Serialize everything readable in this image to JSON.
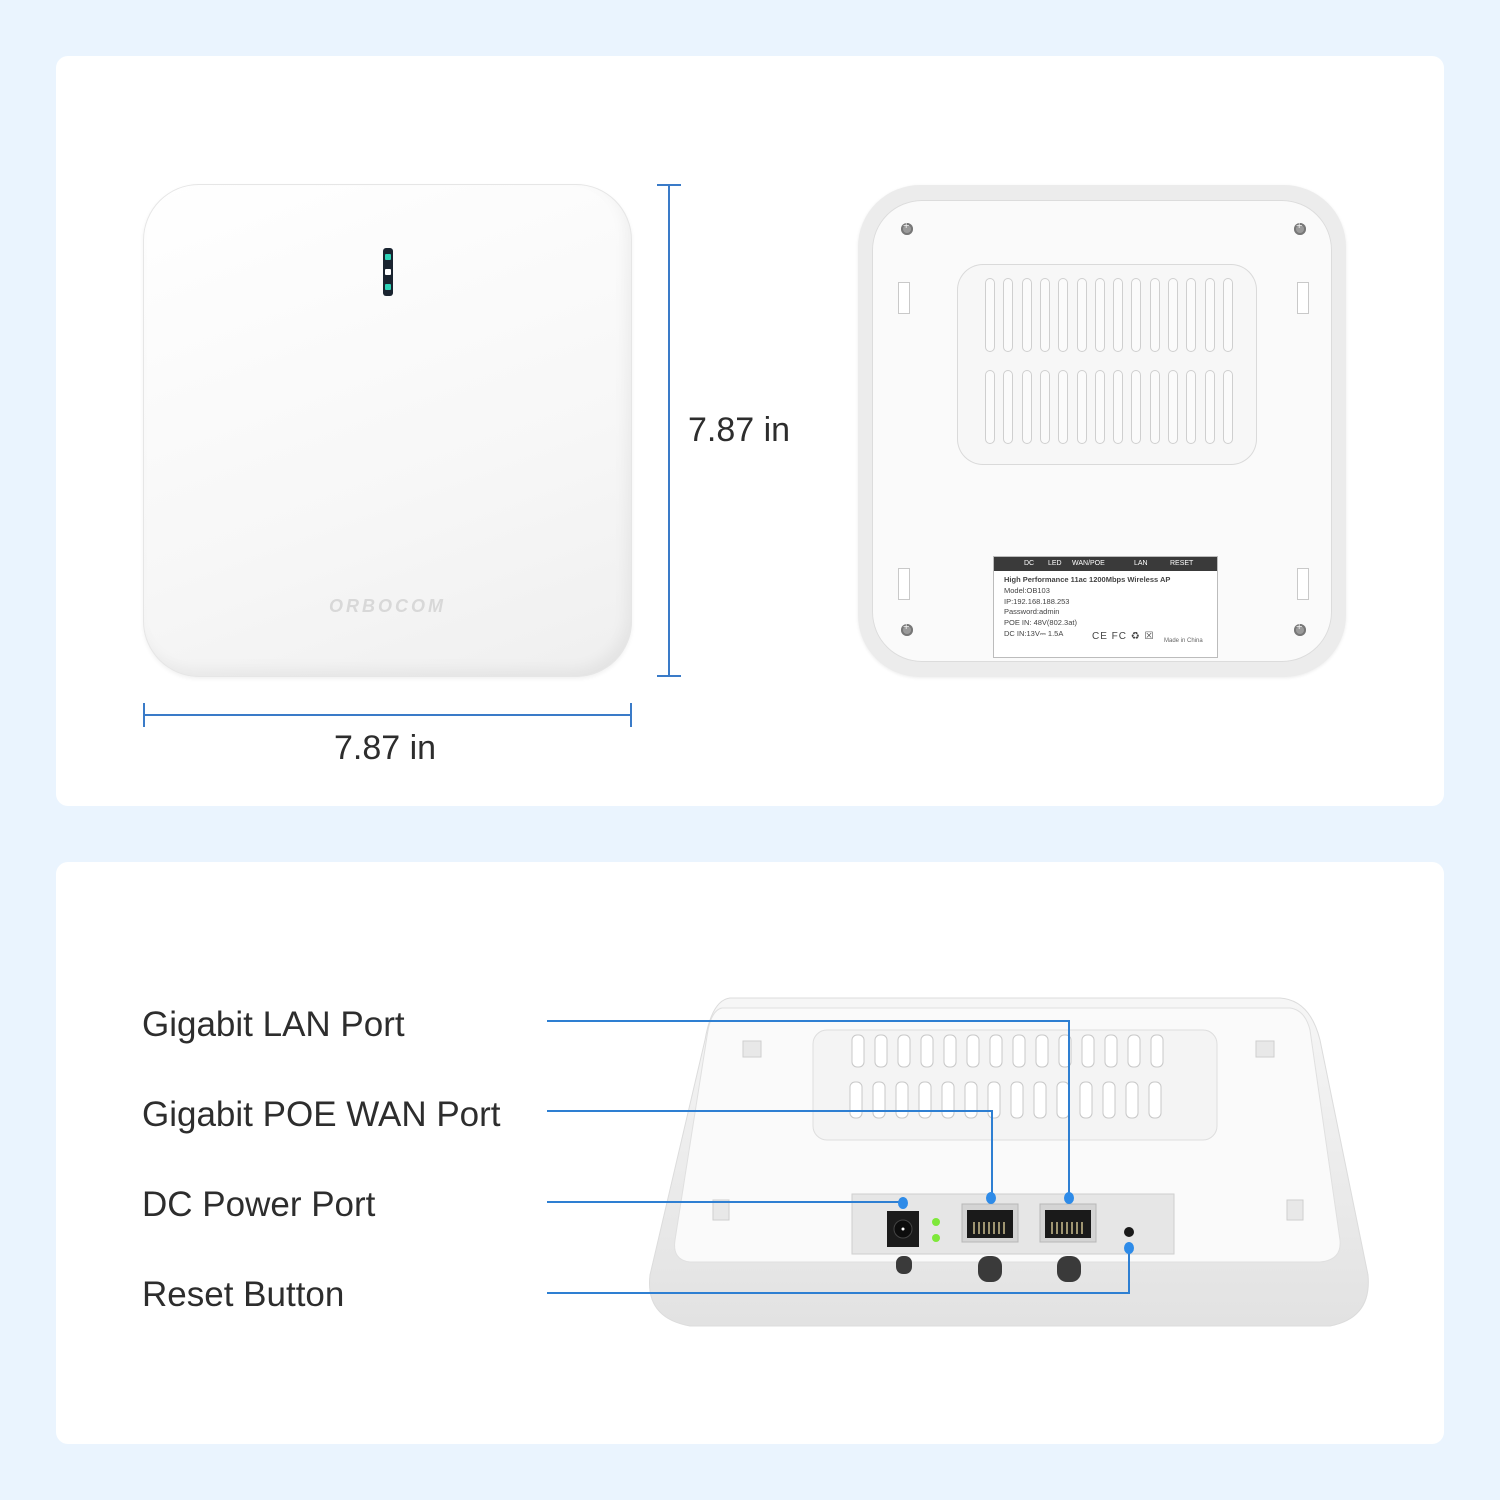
{
  "top_panel": {
    "front_view": {
      "brand": "ORBOCOM",
      "led_colors": [
        "#2fd3b8",
        "#ffffff",
        "#2fd3b8"
      ]
    },
    "dimensions": {
      "width_label": "7.87 in",
      "height_label": "7.87 in",
      "line_color": "#3a7bc8"
    },
    "back_view": {
      "port_label_header": [
        "DC",
        "LED",
        "WAN/POE",
        "LAN",
        "RESET"
      ],
      "product_label": {
        "title": "High Performance 11ac 1200Mbps Wireless AP",
        "model": "Model:OB103",
        "ip": "IP:192.168.188.253",
        "password": "Password:admin",
        "poe_in": "POE IN: 48V(802.3at)",
        "dc_in": "DC IN:13V⎓ 1.5A",
        "certifications": "CE FC ♻ ☒",
        "origin": "Made in China"
      }
    }
  },
  "bottom_panel": {
    "callouts": [
      {
        "label": "Gigabit LAN Port"
      },
      {
        "label": "Gigabit POE WAN Port"
      },
      {
        "label": "DC Power Port"
      },
      {
        "label": "Reset Button"
      }
    ],
    "accent_color": "#2e7fd2",
    "status_led_color": "#7ee83a"
  }
}
